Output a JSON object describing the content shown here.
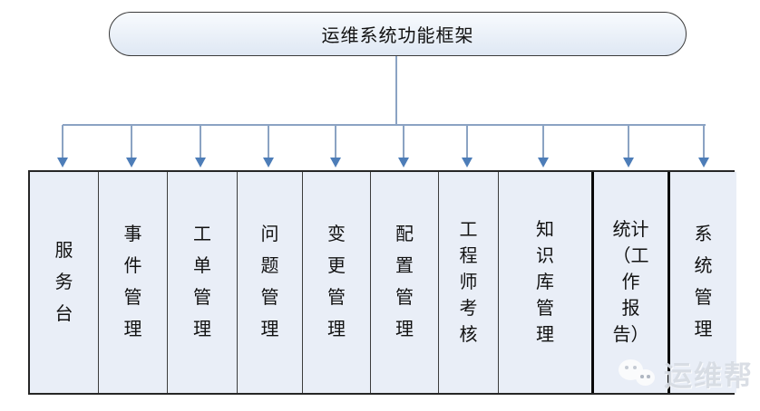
{
  "header": {
    "title": "运维系统功能框架"
  },
  "boxes": [
    {
      "name": "服务台",
      "label": "服\n务\n台"
    },
    {
      "name": "事件管理",
      "label": "事\n件\n管\n理"
    },
    {
      "name": "工单管理",
      "label": "工\n单\n管\n理"
    },
    {
      "name": "问题管理",
      "label": "问\n题\n管\n理"
    },
    {
      "name": "变更管理",
      "label": "变\n更\n管\n理"
    },
    {
      "name": "配置管理",
      "label": "配\n置\n管\n理"
    },
    {
      "name": "工程师考核",
      "label": "工\n程\n师\n考\n核"
    },
    {
      "name": "知识库管理",
      "label": "知\n识\n库\n管\n理"
    },
    {
      "name": "统计（工作报告）",
      "label": "统计\n（工\n作\n报\n告）"
    },
    {
      "name": "系统管理",
      "label": "系\n统\n管\n理"
    }
  ],
  "watermark": {
    "text": "运维帮",
    "icon": "wechat-icon"
  },
  "colors": {
    "box_fill": "#e9eef7",
    "box_border": "#2d2d2d",
    "emphasis_border": "#0a0a0a",
    "connector_line": "#8ba3c3",
    "arrowhead": "#4d7db8",
    "node_fill": "#eaf0f8"
  }
}
